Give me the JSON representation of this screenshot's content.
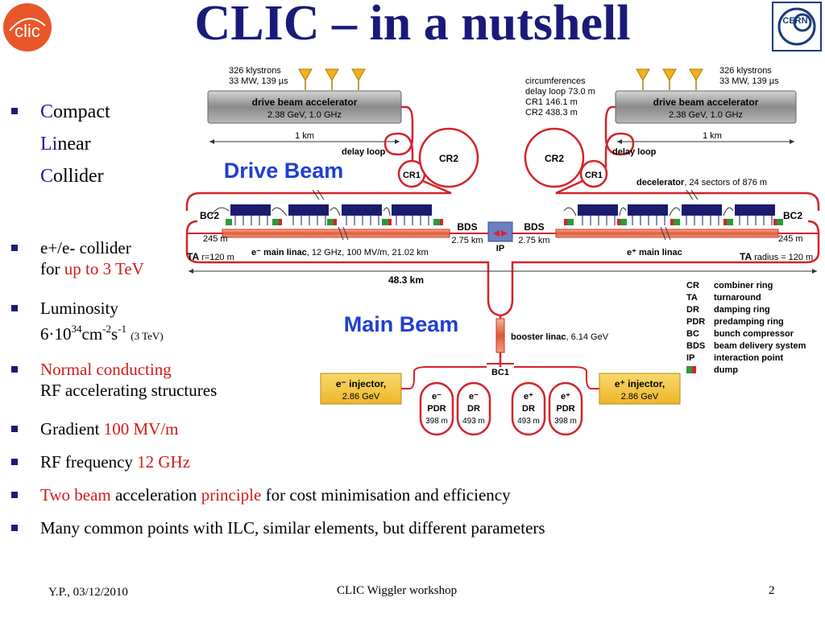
{
  "title": "CLIC – in a nutshell",
  "logos": {
    "left": "CLIC logo",
    "right": "CERN"
  },
  "acronym": [
    {
      "initial": "C",
      "rest": "ompact"
    },
    {
      "initial": "Li",
      "rest": "near"
    },
    {
      "initial": "C",
      "rest": "ollider"
    }
  ],
  "bullets": {
    "b1_line1": "e+/e- collider",
    "b1_line2_a": "for ",
    "b1_line2_b": "up to 3 TeV",
    "b2_line1": "Luminosity",
    "b2_base": "6·10",
    "b2_exp1": "34",
    "b2_unit1": "cm",
    "b2_exp2": "-2",
    "b2_unit2": "s",
    "b2_exp3": "-1",
    "b2_note": "(3 TeV)",
    "b3_line1": "Normal conducting",
    "b3_line2": "RF accelerating structures",
    "b4_a": "Gradient ",
    "b4_b": "100 MV/m",
    "b5_a": "RF frequency ",
    "b5_b": "12 GHz",
    "b6_a": "Two beam",
    "b6_b": " acceleration ",
    "b6_c": "principle",
    "b6_d": " for cost minimisation and efficiency",
    "b7": "Many common points with ILC, similar elements, but different parameters"
  },
  "diagram": {
    "klystrons_l1": "326 klystrons",
    "klystrons_l2": "33 MW, 139 µs",
    "dba_label": "drive beam accelerator",
    "dba_sub": "2.38 GeV, 1.0 GHz",
    "one_km": "1 km",
    "delay_loop": "delay loop",
    "cr1": "CR1",
    "cr2": "CR2",
    "circ_l1": "circumferences",
    "circ_l2": "delay loop 73.0 m",
    "circ_l3": "CR1 146.1 m",
    "circ_l4": "CR2 438.3 m",
    "drive_beam": "Drive Beam",
    "main_beam": "Main Beam",
    "decelerator": "decelerator",
    "decelerator_rest": ", 24 sectors of 876 m",
    "bc2": "BC2",
    "m245": "245 m",
    "bds": "BDS",
    "bds_len": "2.75 km",
    "ip": "IP",
    "ta": "TA",
    "ta_r_left": "r=120 m",
    "ta_r_right": "radius = 120 m",
    "e_minus_linac": "e⁻ main linac",
    "e_minus_linac_rest": ", 12 GHz, 100 MV/m, 21.02 km",
    "e_plus_linac": "e⁺ main linac",
    "total_len": "48.3 km",
    "booster": "booster linac",
    "booster_rest": ", 6.14 GeV",
    "bc1": "BC1",
    "inj_minus": "e⁻ injector,",
    "inj_minus_e": "2.86 GeV",
    "inj_plus": "e⁺ injector,",
    "inj_plus_e": "2.86 GeV",
    "rings": [
      {
        "l1": "e⁻",
        "l2": "PDR",
        "l3": "398 m"
      },
      {
        "l1": "e⁻",
        "l2": "DR",
        "l3": "493 m"
      },
      {
        "l1": "e⁺",
        "l2": "DR",
        "l3": "493 m"
      },
      {
        "l1": "e⁺",
        "l2": "PDR",
        "l3": "398 m"
      }
    ],
    "legend": [
      {
        "k": "CR",
        "v": "combiner ring"
      },
      {
        "k": "TA",
        "v": "turnaround"
      },
      {
        "k": "DR",
        "v": "damping ring"
      },
      {
        "k": "PDR",
        "v": "predamping ring"
      },
      {
        "k": "BC",
        "v": "bunch compressor"
      },
      {
        "k": "BDS",
        "v": "beam delivery system"
      },
      {
        "k": "IP",
        "v": "interaction point"
      },
      {
        "k": "",
        "v": "dump"
      }
    ],
    "colors": {
      "beam": "#d4232a",
      "accel": "#8c8c8c",
      "module": "#1b1b6e",
      "injector": "#f3c237",
      "linac": "#e56a4a"
    }
  },
  "footer": {
    "left": "Y.P., 03/12/2010",
    "center": "CLIC Wiggler workshop",
    "page": "2"
  }
}
